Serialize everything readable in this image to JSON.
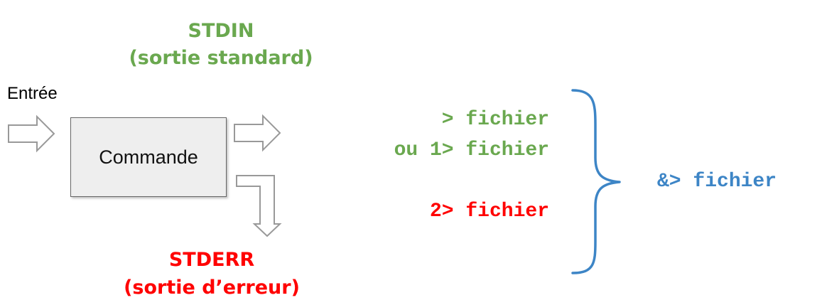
{
  "stdout": {
    "title": "STDIN",
    "subtitle": "(sortie standard)",
    "color": "#6aa84f"
  },
  "stderr": {
    "title": "STDERR",
    "subtitle": "(sortie d’erreur)",
    "color": "#ff0000"
  },
  "input": {
    "label": "Entrée"
  },
  "command": {
    "label": "Commande"
  },
  "redirections": {
    "stdout_short": "> fichier",
    "stdout_long": "ou 1> fichier",
    "stderr": "2> fichier",
    "both": "&> fichier",
    "stdout_color": "#6aa84f",
    "stderr_color": "#ff0000",
    "both_color": "#3d85c6"
  },
  "icons": {
    "input_arrow": "right-arrow-outline-icon",
    "stdout_arrow": "right-arrow-outline-icon",
    "stderr_arrow": "bent-down-arrow-outline-icon",
    "brace": "right-curly-brace-icon"
  }
}
